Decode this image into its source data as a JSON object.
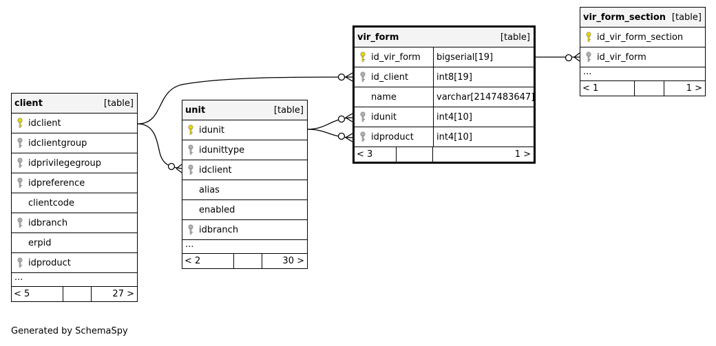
{
  "tables": {
    "client": {
      "name": "client",
      "kind": "[table]",
      "columns": [
        {
          "name": "idclient",
          "key": "pk"
        },
        {
          "name": "idclientgroup",
          "key": "fk"
        },
        {
          "name": "idprivilegegroup",
          "key": "fk"
        },
        {
          "name": "idpreference",
          "key": "fk"
        },
        {
          "name": "clientcode",
          "key": ""
        },
        {
          "name": "idbranch",
          "key": "fk"
        },
        {
          "name": "erpid",
          "key": ""
        },
        {
          "name": "idproduct",
          "key": "fk"
        }
      ],
      "more": "...",
      "footer": {
        "parents": "< 5",
        "children": "27 >"
      }
    },
    "unit": {
      "name": "unit",
      "kind": "[table]",
      "columns": [
        {
          "name": "idunit",
          "key": "pk"
        },
        {
          "name": "idunittype",
          "key": "fk"
        },
        {
          "name": "idclient",
          "key": "fk"
        },
        {
          "name": "alias",
          "key": ""
        },
        {
          "name": "enabled",
          "key": ""
        },
        {
          "name": "idbranch",
          "key": "fk"
        }
      ],
      "more": "...",
      "footer": {
        "parents": "< 2",
        "children": "30 >"
      }
    },
    "vir_form": {
      "name": "vir_form",
      "kind": "[table]",
      "columns": [
        {
          "name": "id_vir_form",
          "type": "bigserial[19]",
          "key": "pk"
        },
        {
          "name": "id_client",
          "type": "int8[19]",
          "key": "fk"
        },
        {
          "name": "name",
          "type": "varchar[2147483647]",
          "key": ""
        },
        {
          "name": "idunit",
          "type": "int4[10]",
          "key": "fk"
        },
        {
          "name": "idproduct",
          "type": "int4[10]",
          "key": "fk"
        }
      ],
      "footer": {
        "parents": "< 3",
        "children": "1 >"
      }
    },
    "vir_form_section": {
      "name": "vir_form_section",
      "kind": "[table]",
      "columns": [
        {
          "name": "id_vir_form_section",
          "key": "pk"
        },
        {
          "name": "id_vir_form",
          "key": "fk"
        }
      ],
      "more": "...",
      "footer": {
        "parents": "< 1",
        "children": "1 >"
      }
    }
  },
  "colors": {
    "primary_key": "#e8d800",
    "foreign_key": "#b0b0b0",
    "header_bg": "#f4f4f4"
  },
  "credit": "Generated by SchemaSpy"
}
